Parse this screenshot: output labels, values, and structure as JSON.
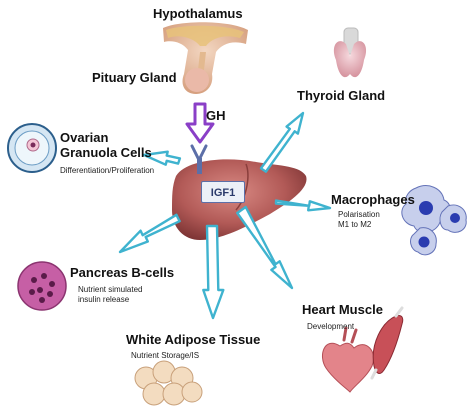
{
  "labels": {
    "hypothalamus": "Hypothalamus",
    "pituitary": "Pituary Gland",
    "gh": "GH",
    "thyroid": "Thyroid Gland",
    "ovarian_line1": "Ovarian",
    "ovarian_line2": "Granuola Cells",
    "ovarian_desc": "Differentiation/Proliferation",
    "igf1": "IGF1",
    "macrophages": "Macrophages",
    "macro_desc_line1": "Polarisation",
    "macro_desc_line2": "M1 to M2",
    "pancreas": "Pancreas B-cells",
    "pancreas_desc_line1": "Nutrient simulated",
    "pancreas_desc_line2": "insulin release",
    "heart": "Heart Muscle",
    "heart_desc": "Development",
    "adipose": "White Adipose Tissue",
    "adipose_desc": "Nutrient Storage/IS"
  },
  "icons": [
    "brain-hypothalamus-icon",
    "pituitary-gland-icon",
    "thyroid-gland-icon",
    "ovarian-cell-icon",
    "receptor-icon",
    "liver-icon",
    "macrophage-cell-icon",
    "pancreas-cell-icon",
    "heart-icon",
    "muscle-icon",
    "adipose-cells-icon"
  ],
  "colors": {
    "arrow_outline": "#3fb3cf",
    "gh_arrow": "#8a3fc7",
    "liver": "#b25a57",
    "igf_box": "#5c6fa8"
  }
}
